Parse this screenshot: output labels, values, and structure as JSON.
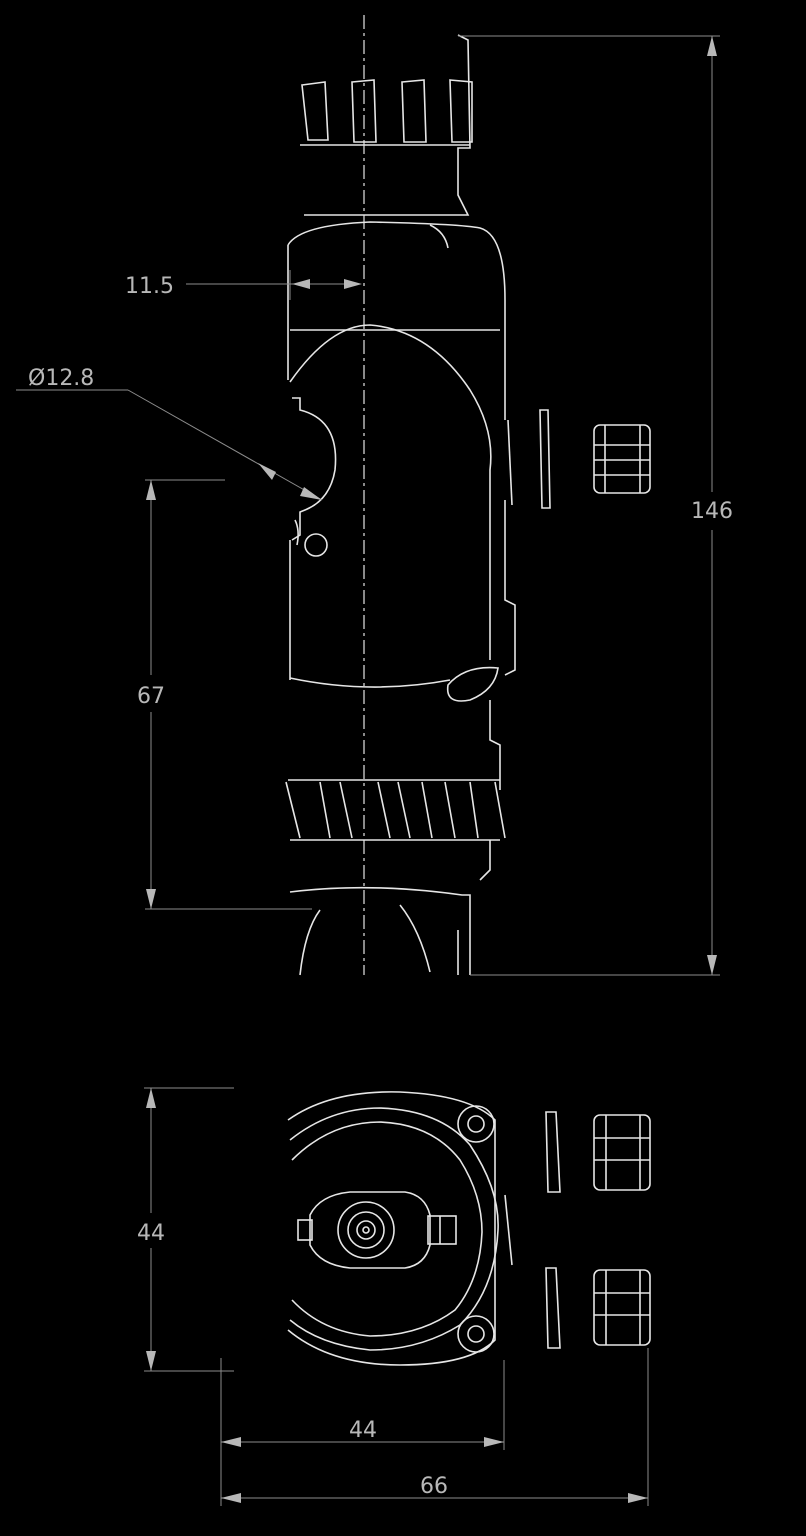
{
  "dimensions": {
    "overall_height": "146",
    "offset": "11.5",
    "diameter": "Ø12.8",
    "pin_height": "67",
    "bottom_height": "44",
    "bottom_width": "44",
    "total_width": "66"
  }
}
